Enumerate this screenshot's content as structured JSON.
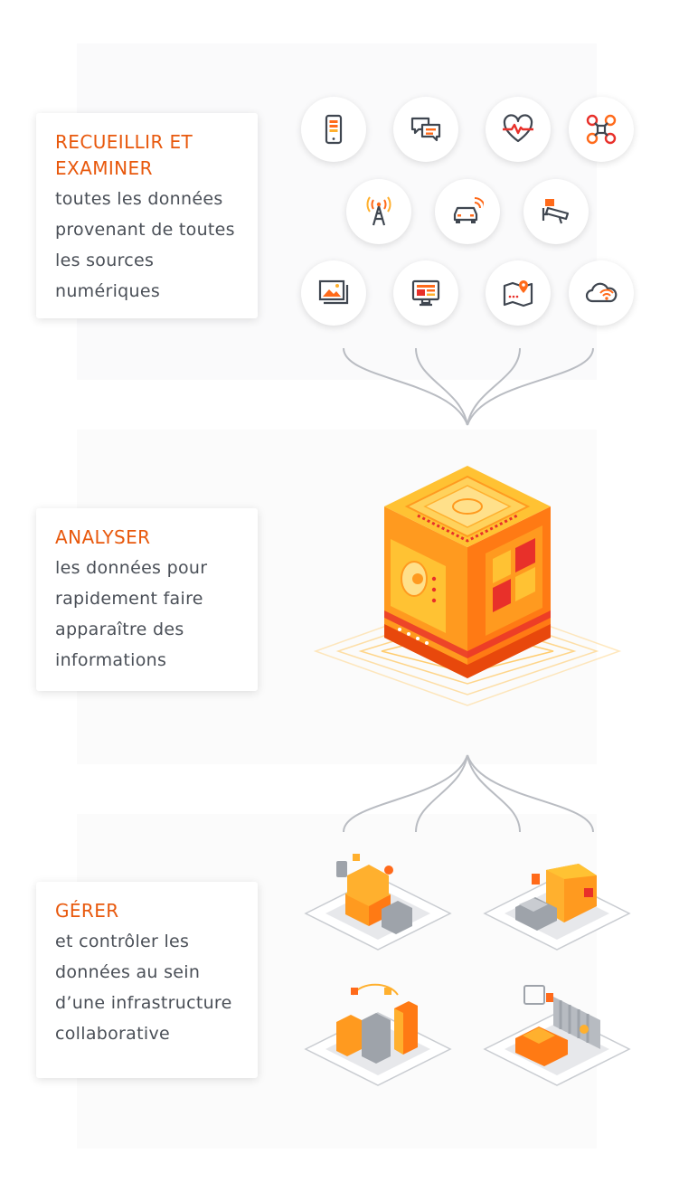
{
  "sections": [
    {
      "id": "collect",
      "title": "RECUEILLIR ET EXAMINER",
      "body": "toutes les données provenant de toutes les sources numériques"
    },
    {
      "id": "analyze",
      "title": "ANALYSER",
      "body": "les données pour rapidement faire apparaître des informations"
    },
    {
      "id": "manage",
      "title": "GÉRER",
      "body": "et contrôler les données au sein d’une infrastructure collaborative"
    }
  ],
  "colors": {
    "accent": "#e8580c",
    "orange_light": "#ffb02e",
    "orange_mid": "#ff8a1a",
    "red": "#e8302a",
    "text": "#4a4f57",
    "icon": "#3f4650",
    "line": "#b9bcc2"
  },
  "source_icons": [
    "smartphone-icon",
    "chat-icon",
    "heartbeat-icon",
    "drone-icon",
    "radio-tower-icon",
    "connected-car-icon",
    "security-camera-icon",
    "image-gallery-icon",
    "monitor-icon",
    "map-location-icon",
    "wifi-cloud-icon"
  ],
  "city_scenes": [
    "smart-building-scene",
    "vehicle-incident-scene",
    "connected-city-scene",
    "car-checkpoint-scene"
  ]
}
